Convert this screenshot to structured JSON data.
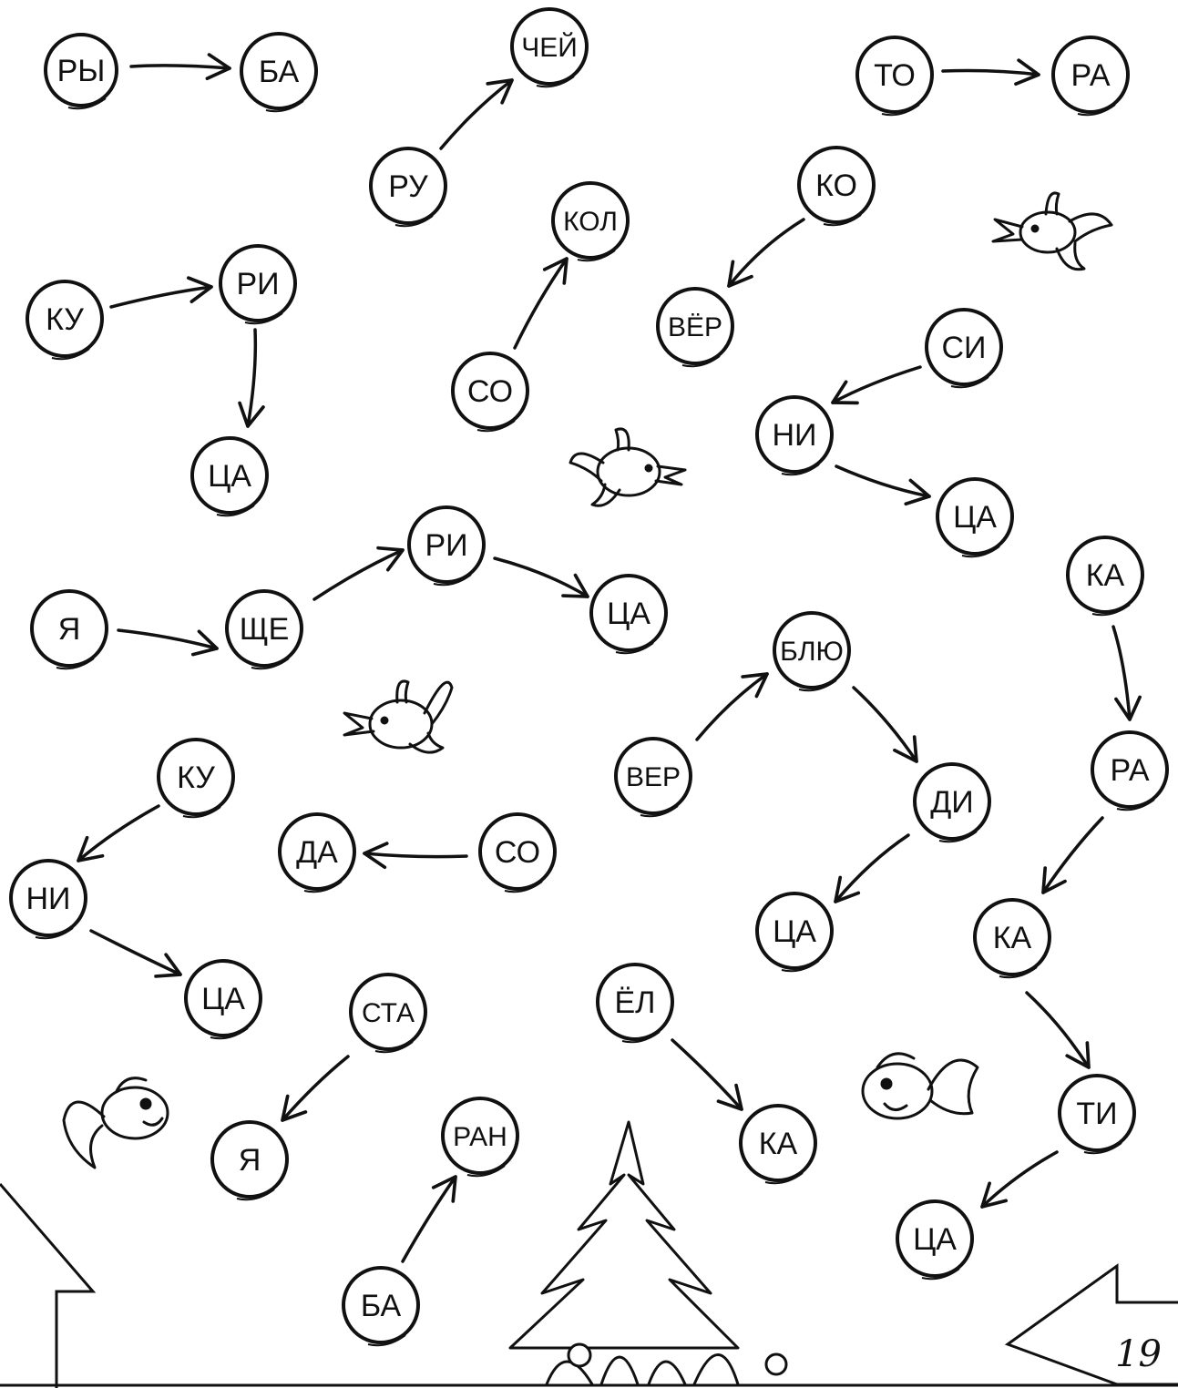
{
  "page_number": "19",
  "colors": {
    "ink": "#111111",
    "paper": "#ffffff"
  },
  "syllables": {
    "ry": "РЫ",
    "ba1": "БА",
    "ru": "РУ",
    "chey": "ЧЕЙ",
    "to": "ТО",
    "ra1": "РА",
    "ku1": "КУ",
    "ri1": "РИ",
    "tsa1": "ЦА",
    "so1": "СО",
    "kol": "КОЛ",
    "ko": "КО",
    "vyor": "ВЁР",
    "si": "СИ",
    "ni1": "НИ",
    "tsa2": "ЦА",
    "ya1": "Я",
    "shche": "ЩЕ",
    "ri2": "РИ",
    "tsa3": "ЦА",
    "ka1": "КА",
    "ra2": "РА",
    "ka2": "КА",
    "ti": "ТИ",
    "tsa4": "ЦА",
    "blyu": "БЛЮ",
    "ver": "ВЕР",
    "di": "ДИ",
    "tsa5": "ЦА",
    "ku2": "КУ",
    "ni2": "НИ",
    "tsa6": "ЦА",
    "so2": "СО",
    "da": "ДА",
    "sta": "СТА",
    "ya2": "Я",
    "yol": "ЁЛ",
    "ka3": "КА",
    "ran": "РАН",
    "ba2": "БА"
  },
  "decorations": [
    "bird-icon",
    "bird-icon",
    "bird-icon",
    "fish-icon",
    "fish-icon",
    "fir-tree-icon",
    "house-arrow-icon",
    "house-arrow-icon"
  ]
}
